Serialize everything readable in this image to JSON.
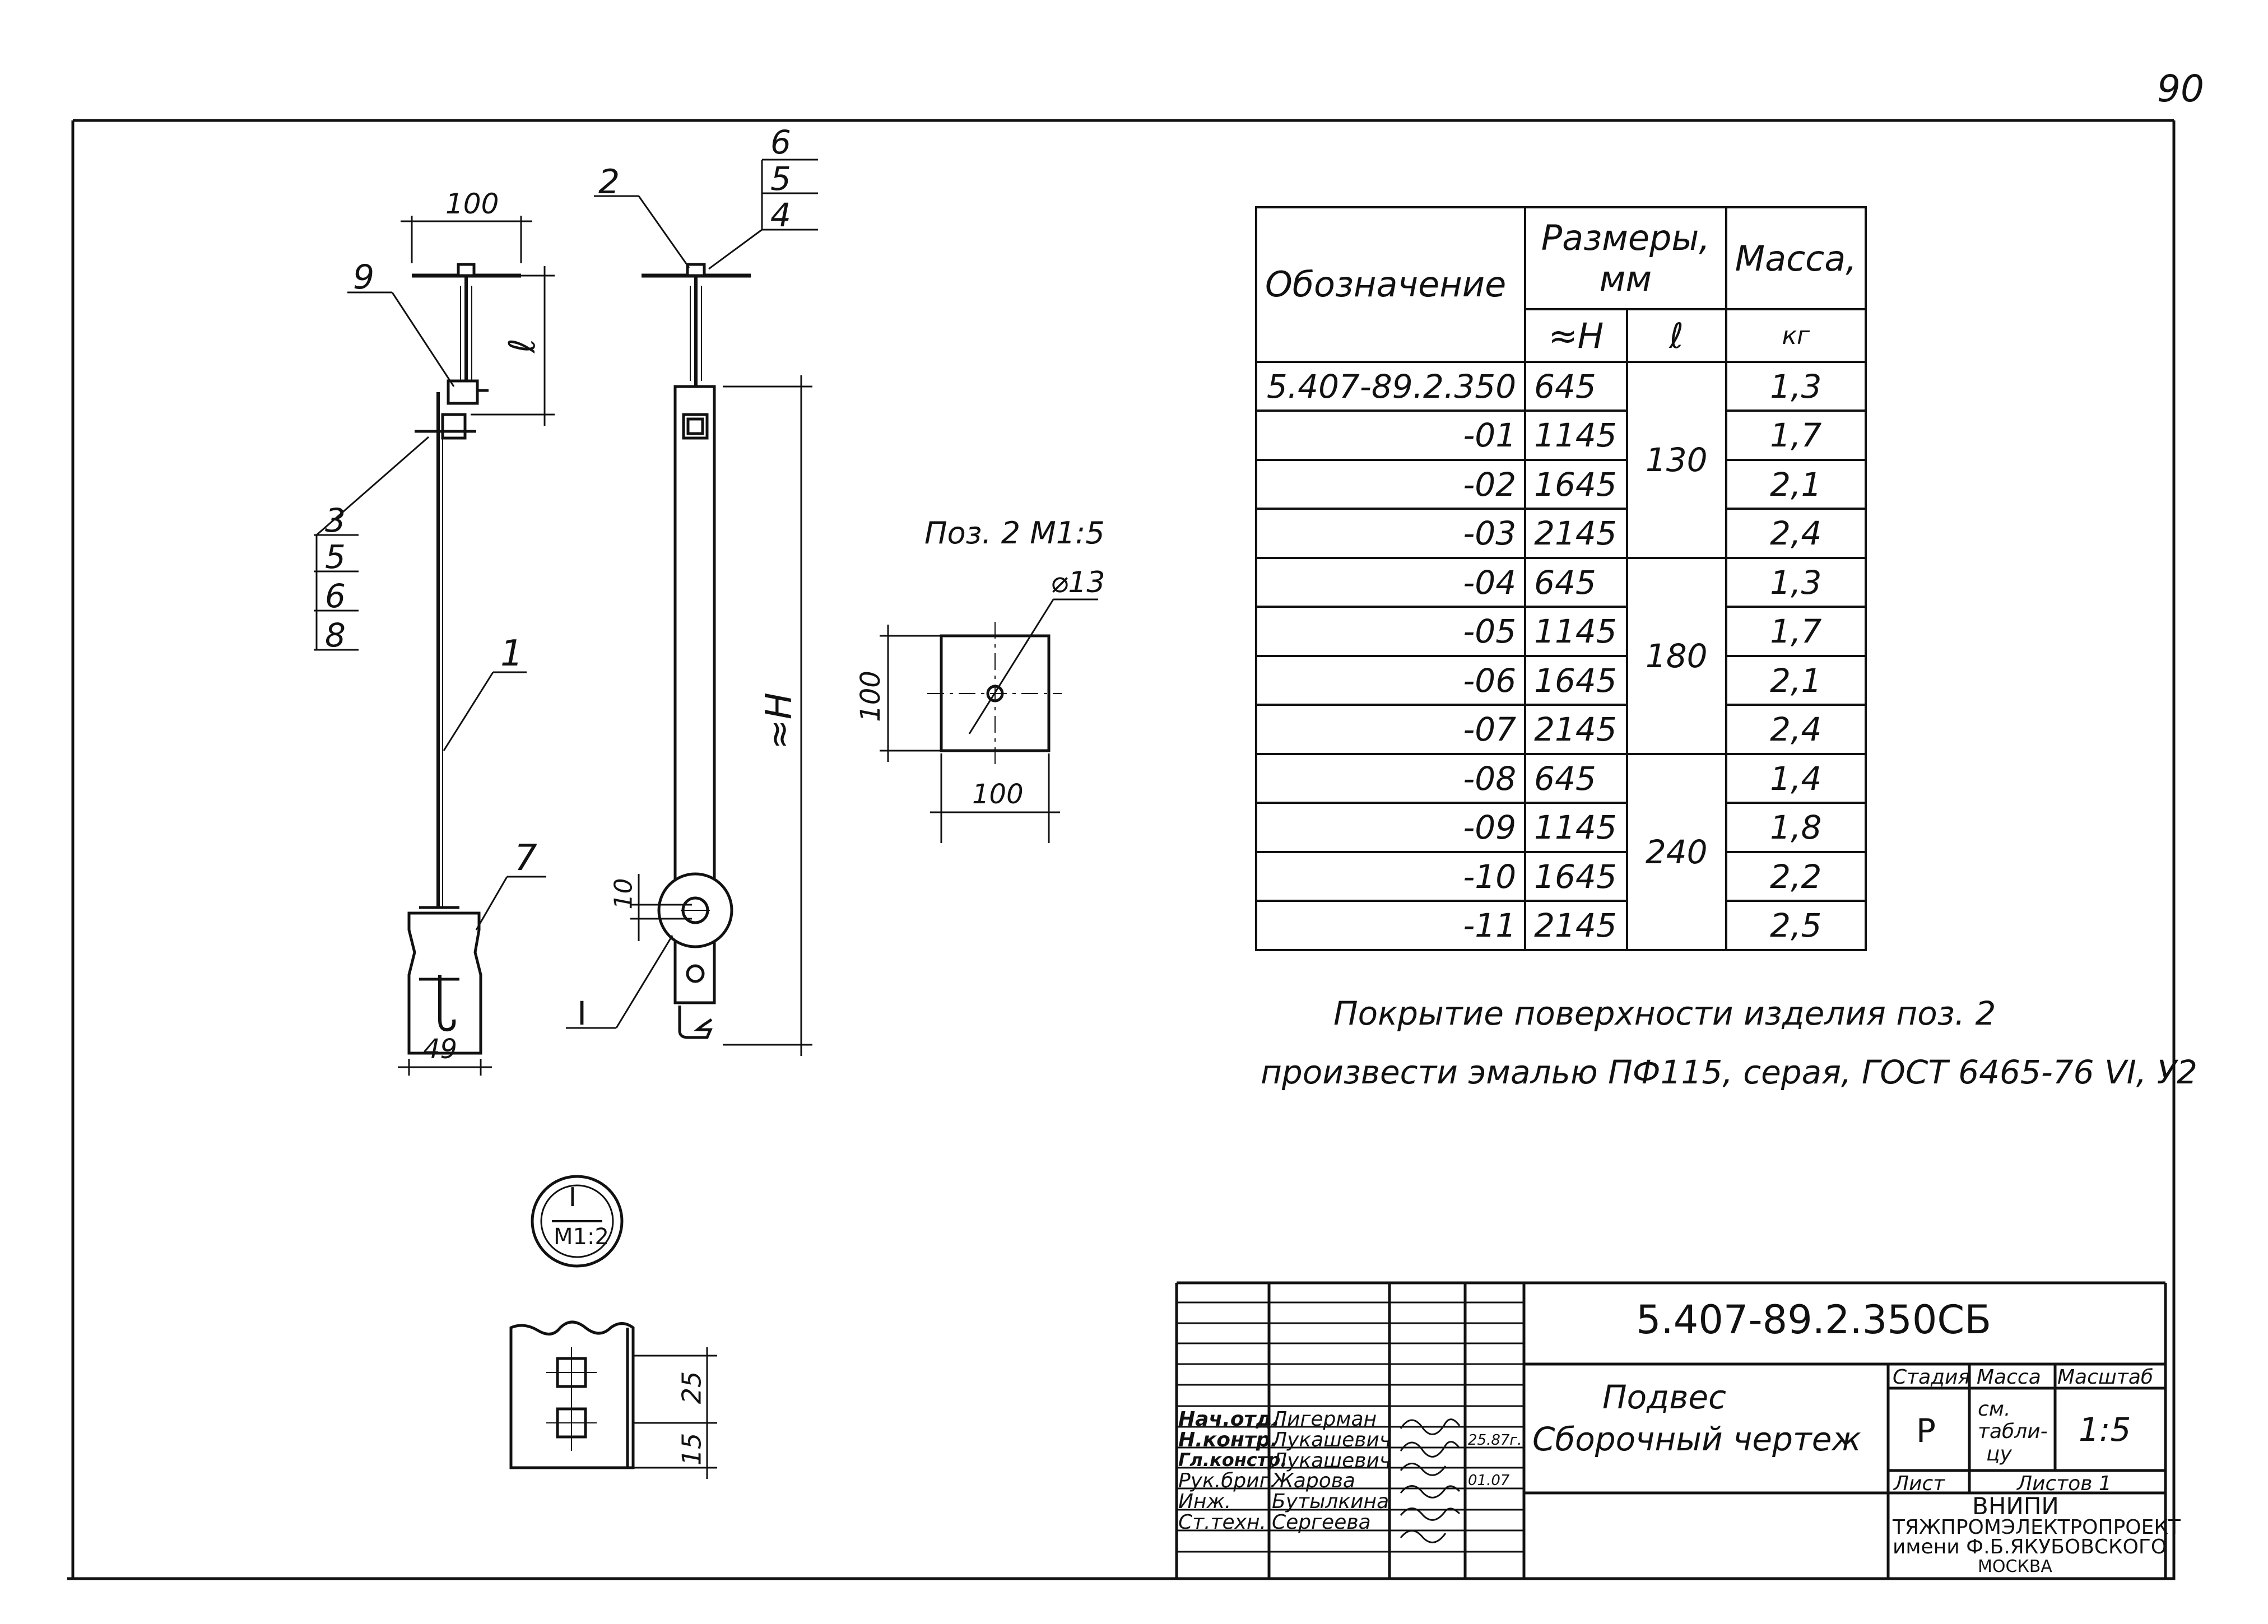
{
  "page_number": "90",
  "spec_table": {
    "headers": {
      "designation": "Обозначение",
      "dimensions": "Размеры, мм",
      "h": "≈H",
      "l": "ℓ",
      "mass": "Масса,",
      "mass_unit": "кг"
    },
    "rows": [
      {
        "designation": "5.407-89.2.350",
        "h": "645",
        "mass": "1,3"
      },
      {
        "designation": "-01",
        "h": "1145",
        "mass": "1,7"
      },
      {
        "designation": "-02",
        "h": "1645",
        "mass": "2,1"
      },
      {
        "designation": "-03",
        "h": "2145",
        "mass": "2,4"
      },
      {
        "designation": "-04",
        "h": "645",
        "mass": "1,3"
      },
      {
        "designation": "-05",
        "h": "1145",
        "mass": "1,7"
      },
      {
        "designation": "-06",
        "h": "1645",
        "mass": "2,1"
      },
      {
        "designation": "-07",
        "h": "2145",
        "mass": "2,4"
      },
      {
        "designation": "-08",
        "h": "645",
        "mass": "1,4"
      },
      {
        "designation": "-09",
        "h": "1145",
        "mass": "1,8"
      },
      {
        "designation": "-10",
        "h": "1645",
        "mass": "2,2"
      },
      {
        "designation": "-11",
        "h": "2145",
        "mass": "2,5"
      }
    ],
    "l_groups": [
      "130",
      "180",
      "240"
    ]
  },
  "note": {
    "line1": "Покрытие поверхности изделия поз. 2",
    "line2": "произвести эмалью ПФ115, серая, ГОСТ 6465-76 VI, У2"
  },
  "drawing": {
    "dim_100_top": "100",
    "dim_l": "ℓ",
    "dim_49": "49",
    "dim_H": "≈H",
    "dim_10": "10",
    "callout_9": "9",
    "callout_1": "1",
    "callout_7": "7",
    "callout_2": "2",
    "callout_stack_right": [
      "6",
      "5",
      "4"
    ],
    "callout_stack_left": [
      "3",
      "5",
      "6",
      "8"
    ],
    "section_mark": "I",
    "pos2_title": "Поз. 2 М1:5",
    "pos2_hole": "⌀13",
    "pos2_dim_h": "100",
    "pos2_dim_w": "100",
    "detail_label_top": "I",
    "detail_label_bottom": "М1:2",
    "detail_dim_25": "25",
    "detail_dim_15": "15"
  },
  "title_block": {
    "doc_code": "5.407-89.2.350СБ",
    "name_line1": "Подвес",
    "name_line2": "Сборочный чертеж",
    "stage_label": "Стадия",
    "mass_label": "Масса",
    "scale_label": "Масштаб",
    "stage_value": "Р",
    "mass_value_1": "см.",
    "mass_value_2": "табли-",
    "mass_value_3": "цу",
    "scale_value": "1:5",
    "sheet_label": "Лист",
    "sheets_label": "Листов 1",
    "org_1": "ВНИПИ",
    "org_2": "ТЯЖПРОМЭЛЕКТРОПРОЕКТ",
    "org_3": "имени Ф.Б.ЯКУБОВСКОГО",
    "org_4": "МОСКВА",
    "staff": [
      {
        "role": "Нач.отд.",
        "name": "Лигерман",
        "date": ""
      },
      {
        "role": "Н.контр.",
        "name": "Лукашевич",
        "date": "25.87г."
      },
      {
        "role": "Гл.констр.",
        "name": "Лукашевич",
        "date": ""
      },
      {
        "role": "Рук.бриг.",
        "name": "Жарова",
        "date": "01.07"
      },
      {
        "role": "Инж.",
        "name": "Бутылкина",
        "date": ""
      },
      {
        "role": "Ст.техн.",
        "name": "Сергеева",
        "date": ""
      }
    ]
  }
}
